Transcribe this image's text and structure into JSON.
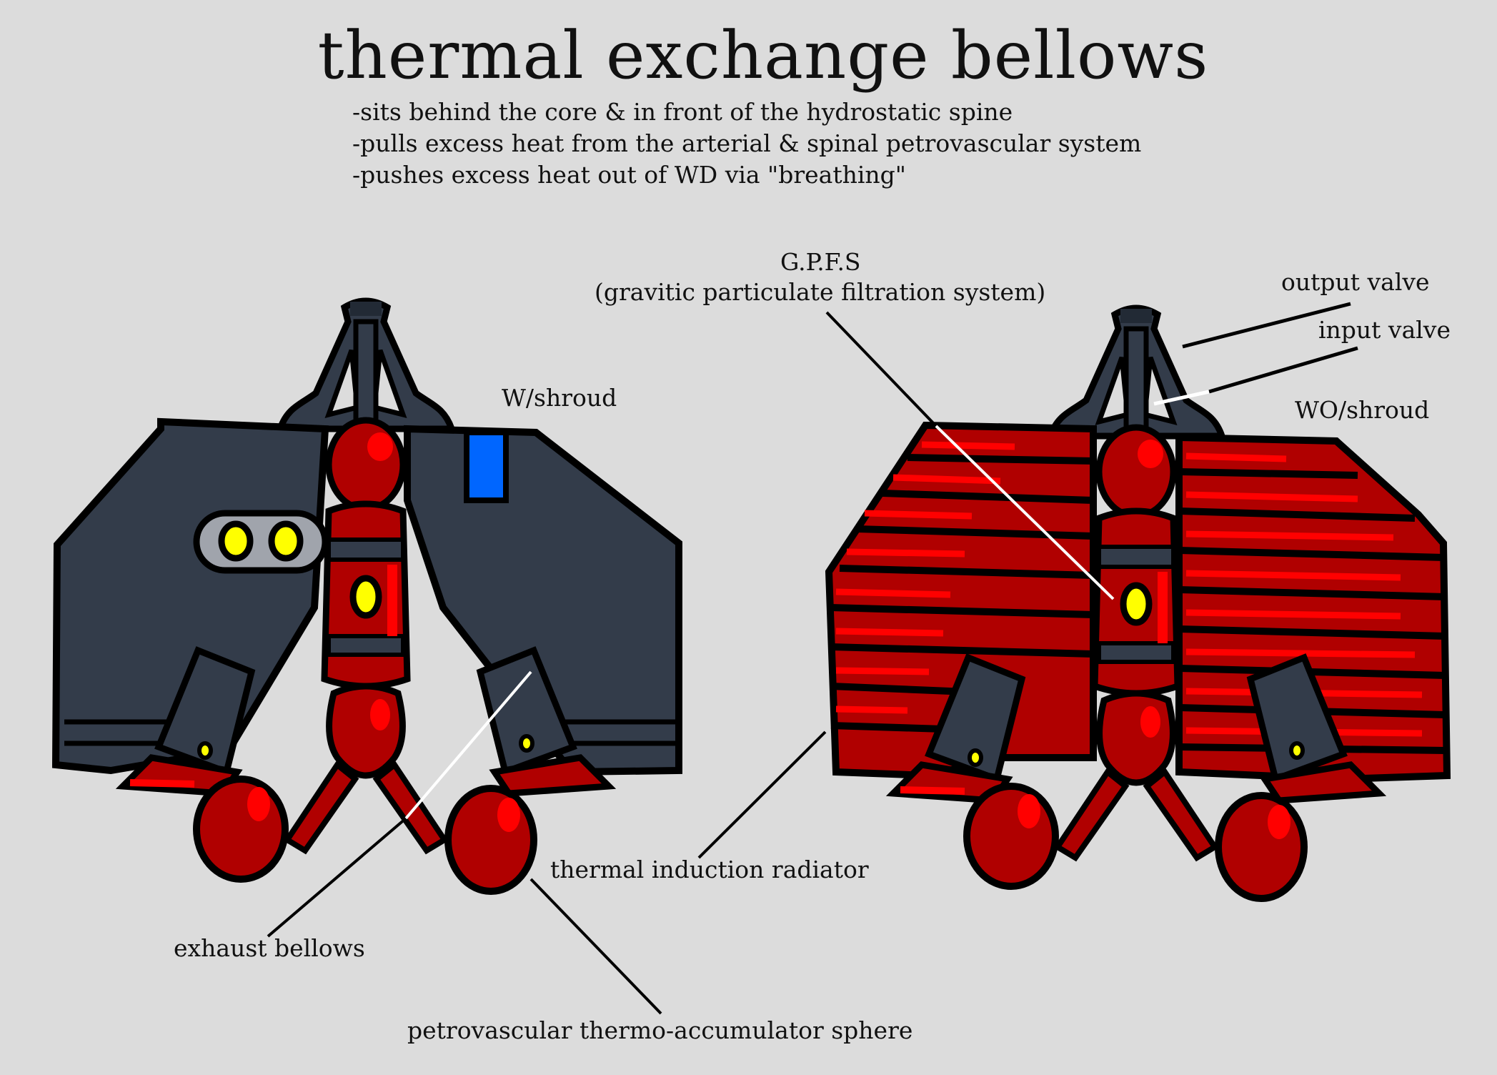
{
  "title": "thermal exchange bellows",
  "notes": [
    "-sits behind the core & in front of the hydrostatic spine",
    "-pulls excess heat from the arterial & spinal petrovascular system",
    "-pushes excess heat out of WD via \"breathing\""
  ],
  "labels": {
    "gpfs_short": "G.P.F.S",
    "gpfs_full": "(gravitic particulate filtration system)",
    "output_valve": "output valve",
    "input_valve": "input valve",
    "with_shroud": "W/shroud",
    "without_shroud": "WO/shroud",
    "thermal_induction_radiator": "thermal induction radiator",
    "exhaust_bellows": "exhaust bellows",
    "thermo_accumulator_sphere": "petrovascular thermo-accumulator sphere"
  },
  "colors": {
    "background": "#dcdcdc",
    "shroud": "#333c4a",
    "red_dark": "#b00000",
    "red_bright": "#ff0000",
    "yellow": "#ffff00",
    "blue": "#0066ff",
    "pod": "#a0a4ac",
    "outline": "#000000"
  }
}
